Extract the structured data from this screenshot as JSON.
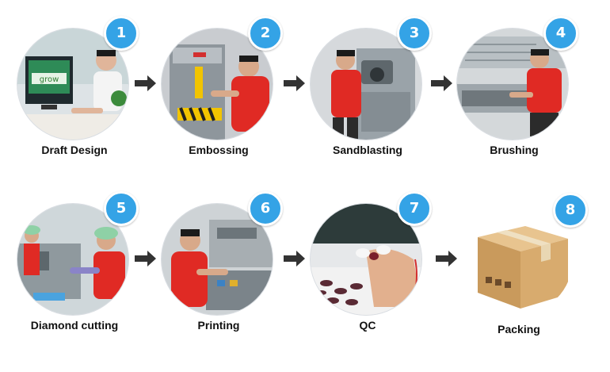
{
  "colors": {
    "badge": "#34a3e6",
    "shirt": "#e02a24",
    "arrow": "#333333"
  },
  "icons": {
    "arrow": "arrow-right-icon"
  },
  "steps": [
    {
      "number": "1",
      "label": "Draft Design",
      "screen_text": "grow"
    },
    {
      "number": "2",
      "label": "Embossing"
    },
    {
      "number": "3",
      "label": "Sandblasting"
    },
    {
      "number": "4",
      "label": "Brushing"
    },
    {
      "number": "5",
      "label": "Diamond cutting"
    },
    {
      "number": "6",
      "label": "Printing"
    },
    {
      "number": "7",
      "label": "QC"
    },
    {
      "number": "8",
      "label": "Packing"
    }
  ]
}
